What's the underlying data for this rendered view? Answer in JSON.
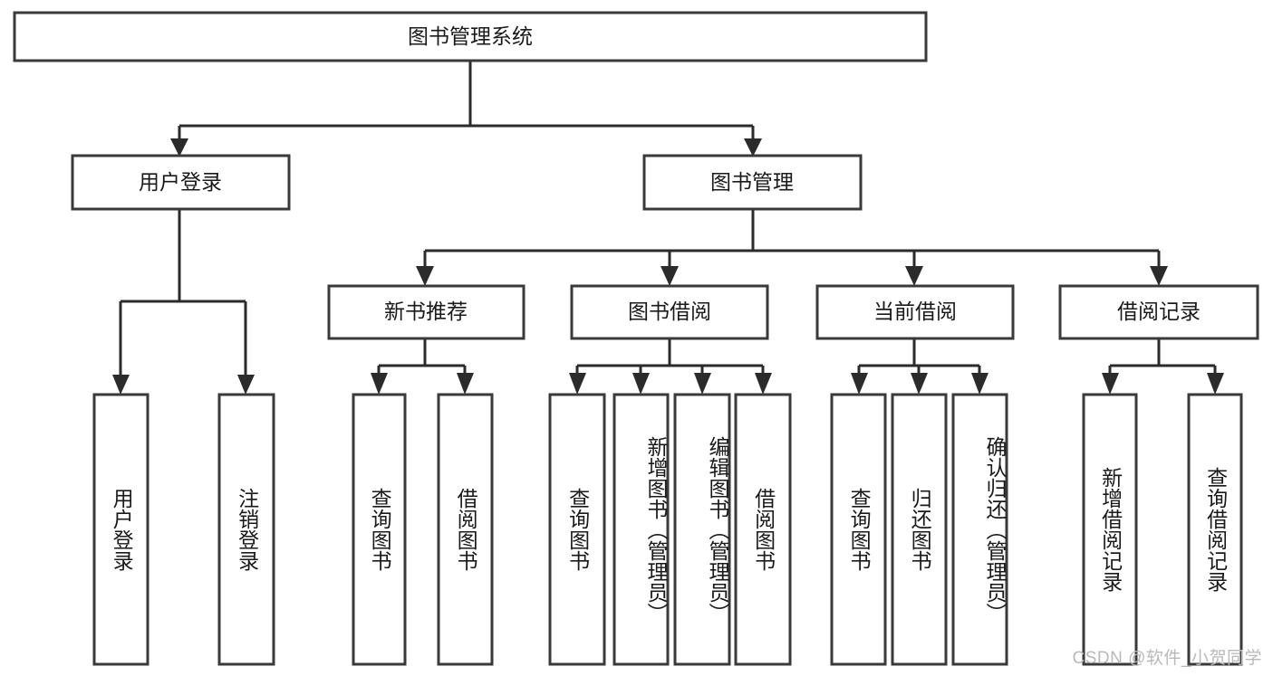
{
  "diagram": {
    "title": "图书管理系统",
    "type": "hierarchy-tree",
    "watermark": "CSDN @软件_小贺同学",
    "colors": {
      "box_stroke": "#3a3a3a",
      "connector": "#2b2b2b",
      "box_fill": "#ffffff",
      "text": "#1a1a1a",
      "watermark": "#b9b9b9"
    },
    "levels": {
      "root": {
        "label": "图书管理系统",
        "orientation": "horizontal"
      },
      "level2": [
        {
          "id": "user-login",
          "label": "用户登录",
          "orientation": "horizontal"
        },
        {
          "id": "book-manage",
          "label": "图书管理",
          "orientation": "horizontal"
        }
      ],
      "level3": [
        {
          "id": "new-book-recommend",
          "label": "新书推荐",
          "orientation": "horizontal",
          "parent": "book-manage"
        },
        {
          "id": "book-borrow",
          "label": "图书借阅",
          "orientation": "horizontal",
          "parent": "book-manage"
        },
        {
          "id": "current-borrow",
          "label": "当前借阅",
          "orientation": "horizontal",
          "parent": "book-manage"
        },
        {
          "id": "borrow-record",
          "label": "借阅记录",
          "orientation": "horizontal",
          "parent": "book-manage"
        }
      ],
      "leaves": [
        {
          "id": "leaf-user-login",
          "label": "用户登录",
          "parent": "user-login",
          "orientation": "vertical"
        },
        {
          "id": "leaf-user-logout",
          "label": "注销登录",
          "parent": "user-login",
          "orientation": "vertical"
        },
        {
          "id": "leaf-query-book-1",
          "label": "查询图书",
          "parent": "new-book-recommend",
          "orientation": "vertical"
        },
        {
          "id": "leaf-borrow-book-1",
          "label": "借阅图书",
          "parent": "new-book-recommend",
          "orientation": "vertical"
        },
        {
          "id": "leaf-query-book-2",
          "label": "查询图书",
          "parent": "book-borrow",
          "orientation": "vertical"
        },
        {
          "id": "leaf-add-book",
          "label": "新增图书（管理员）",
          "parent": "book-borrow",
          "orientation": "vertical"
        },
        {
          "id": "leaf-edit-book",
          "label": "编辑图书（管理员）",
          "parent": "book-borrow",
          "orientation": "vertical"
        },
        {
          "id": "leaf-borrow-book-2",
          "label": "借阅图书",
          "parent": "book-borrow",
          "orientation": "vertical"
        },
        {
          "id": "leaf-query-book-3",
          "label": "查询图书",
          "parent": "current-borrow",
          "orientation": "vertical"
        },
        {
          "id": "leaf-return-book",
          "label": "归还图书",
          "parent": "current-borrow",
          "orientation": "vertical"
        },
        {
          "id": "leaf-confirm-return",
          "label": "确认归还（管理员）",
          "parent": "current-borrow",
          "orientation": "vertical"
        },
        {
          "id": "leaf-add-record",
          "label": "新增借阅记录",
          "parent": "borrow-record",
          "orientation": "vertical"
        },
        {
          "id": "leaf-query-record",
          "label": "查询借阅记录",
          "parent": "borrow-record",
          "orientation": "vertical"
        }
      ]
    }
  }
}
